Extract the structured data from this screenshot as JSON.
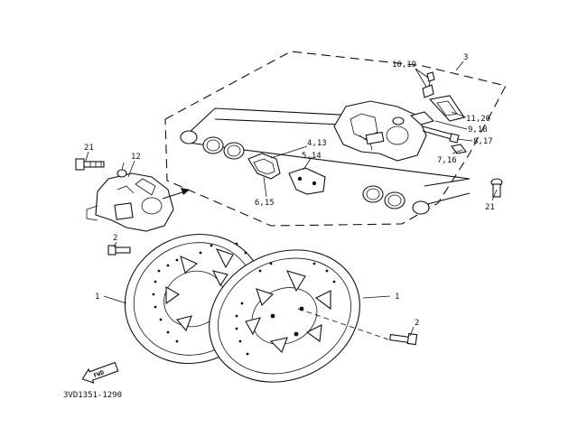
{
  "callouts": {
    "c3": "3",
    "c10_19": "10,19",
    "c11_20": "11,20",
    "c9_18": "9,18",
    "c8_17": "8,17",
    "c7_16": "7,16",
    "c4_13": "4,13",
    "c5_14": "5,14",
    "c6_15": "6,15",
    "c21_left": "21",
    "c12": "12",
    "c21_right": "21",
    "c2_top": "2",
    "c1_left": "1",
    "c1_right": "1",
    "c2_bottom": "2"
  },
  "fwd_label": "FWD",
  "diagram_code": "3VD1351-1290"
}
